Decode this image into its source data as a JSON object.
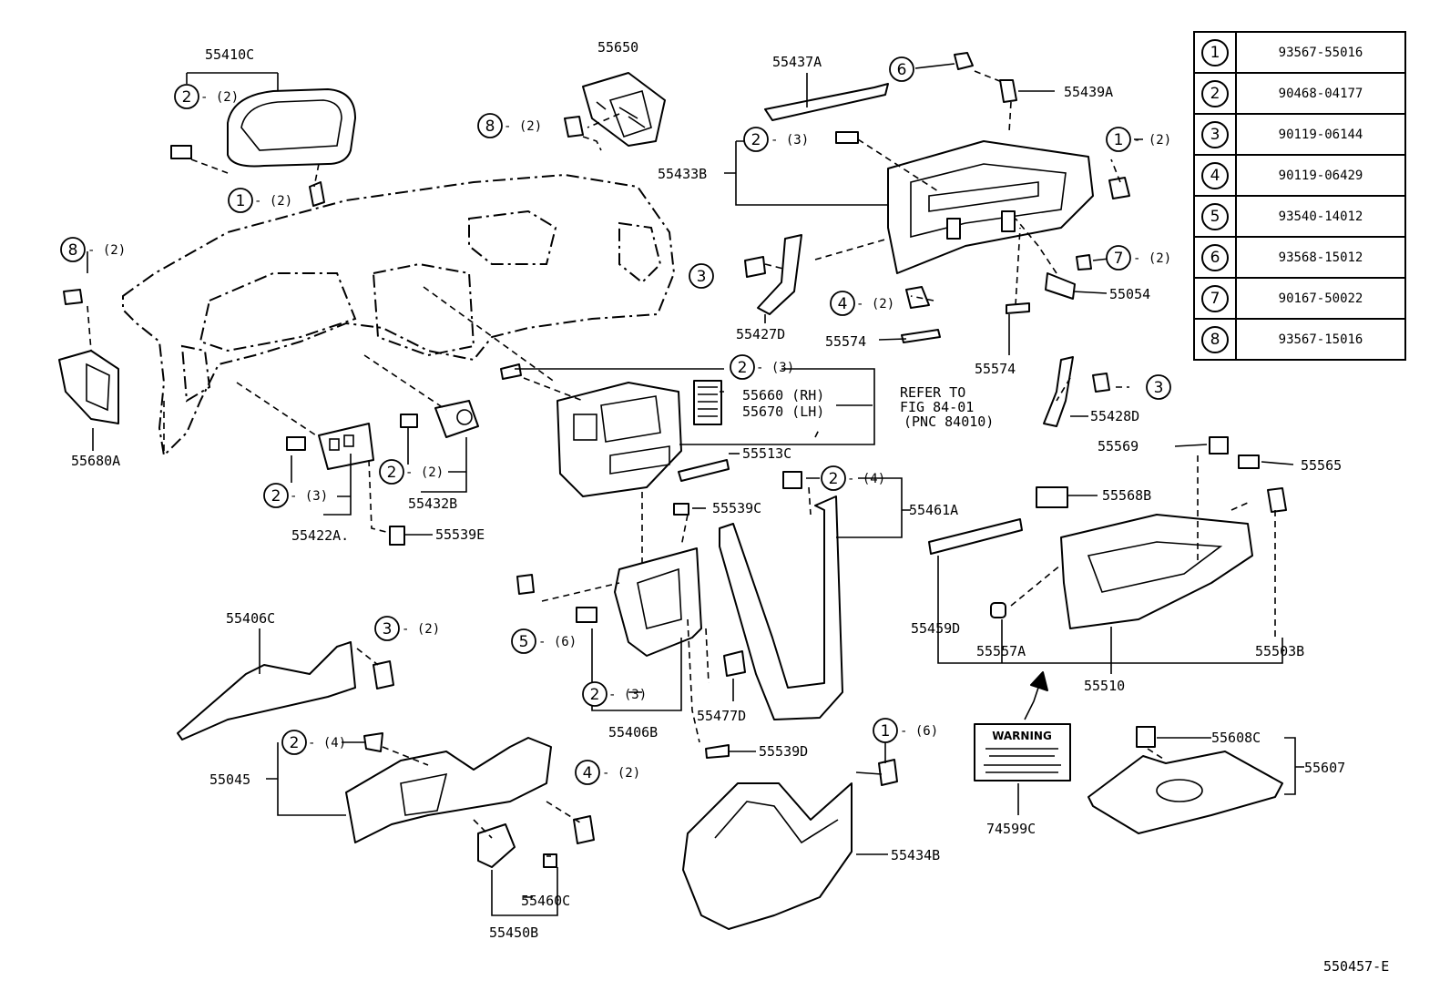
{
  "legend": [
    {
      "key": "1",
      "part": "93567-55016"
    },
    {
      "key": "2",
      "part": "90468-04177"
    },
    {
      "key": "3",
      "part": "90119-06144"
    },
    {
      "key": "4",
      "part": "90119-06429"
    },
    {
      "key": "5",
      "part": "93540-14012"
    },
    {
      "key": "6",
      "part": "93568-15012"
    },
    {
      "key": "7",
      "part": "90167-50022"
    },
    {
      "key": "8",
      "part": "93567-15016"
    }
  ],
  "labels": {
    "p55410C": "55410C",
    "p55650": "55650",
    "p55437A": "55437A",
    "p55439A": "55439A",
    "p55433B": "55433B",
    "p55680A": "55680A",
    "p55427D": "55427D",
    "p55574a": "55574",
    "p55574b": "55574",
    "p55054": "55054",
    "p55428D": "55428D",
    "p55660": "55660 (RH)",
    "p55670": "55670 (LH)",
    "p55513C": "55513C",
    "p55461A": "55461A",
    "p55569": "55569",
    "p55565": "55565",
    "p55568B": "55568B",
    "p55422A": "55422A.",
    "p55432B": "55432B",
    "p55539E": "55539E",
    "p55539C": "55539C",
    "p55406C": "55406C",
    "p55459D": "55459D",
    "p55557A": "55557A",
    "p55510": "55510",
    "p55503B": "55503B",
    "p55406B": "55406B",
    "p55477D": "55477D",
    "p55045": "55045",
    "p55539D": "55539D",
    "p55434B": "55434B",
    "p74599C": "74599C",
    "p55608C": "55608C",
    "p55607": "55607",
    "p55460C": "55460C",
    "p55450B": "55450B"
  },
  "refer": {
    "line1": "REFER TO",
    "line2": "FIG 84-01",
    "line3": "(PNC 84010)"
  },
  "warning_label": "WARNING",
  "callouts": [
    {
      "id": "c1",
      "key": "2",
      "qty": "- (2)"
    },
    {
      "id": "c2",
      "key": "1",
      "qty": "- (2)"
    },
    {
      "id": "c3",
      "key": "8",
      "qty": "- (2)"
    },
    {
      "id": "c4",
      "key": "8",
      "qty": "- (2)"
    },
    {
      "id": "c5",
      "key": "6",
      "qty": ""
    },
    {
      "id": "c6",
      "key": "2",
      "qty": "- (3)"
    },
    {
      "id": "c7",
      "key": "1",
      "qty": "- (2)"
    },
    {
      "id": "c8",
      "key": "7",
      "qty": "- (2)"
    },
    {
      "id": "c9",
      "key": "3",
      "qty": ""
    },
    {
      "id": "c10",
      "key": "4",
      "qty": "- (2)"
    },
    {
      "id": "c11",
      "key": "3",
      "qty": ""
    },
    {
      "id": "c12",
      "key": "2",
      "qty": "- (3)"
    },
    {
      "id": "c13",
      "key": "2",
      "qty": "- (4)"
    },
    {
      "id": "c14",
      "key": "2",
      "qty": "- (3)"
    },
    {
      "id": "c15",
      "key": "2",
      "qty": "- (2)"
    },
    {
      "id": "c16",
      "key": "3",
      "qty": "- (2)"
    },
    {
      "id": "c17",
      "key": "5",
      "qty": "- (6)"
    },
    {
      "id": "c18",
      "key": "2",
      "qty": "- (3)"
    },
    {
      "id": "c19",
      "key": "2",
      "qty": "- (4)"
    },
    {
      "id": "c20",
      "key": "4",
      "qty": "- (2)"
    },
    {
      "id": "c21",
      "key": "1",
      "qty": "- (6)"
    }
  ],
  "figure_code": "550457-E"
}
